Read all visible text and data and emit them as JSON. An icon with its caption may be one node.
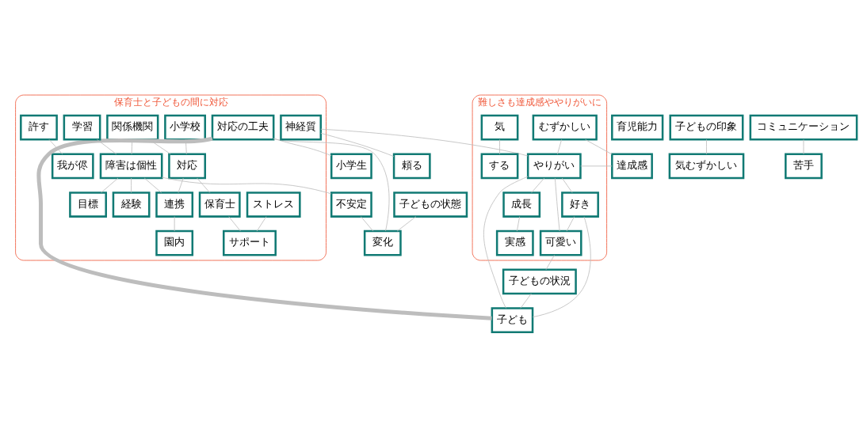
{
  "diagram": {
    "nodes": [
      {
        "text": [
          "保育士と子どもの間に対応"
        ]
      },
      {
        "text": [
          "小学校"
        ],
        "in": 0
      },
      {
        "text": [
          "育児能力"
        ]
      },
      {
        "text": [
          "許す"
        ],
        "in": 0
      },
      {
        "text": [
          "我が侭"
        ],
        "in": 0
      },
      {
        "text": [
          "関係機関"
        ],
        "in": 0
      },
      {
        "text": [
          "対応"
        ],
        "in": 0
      },
      {
        "text": [
          "ストレス"
        ],
        "in": 0
      },
      {
        "text": [
          "保育士"
        ],
        "in": 0
      },
      {
        "text": [
          "サポート"
        ],
        "in": 0
      },
      {
        "text": [
          "対応の工夫"
        ],
        "in": 0
      },
      {
        "text": [
          "学習"
        ],
        "in": 0
      },
      {
        "text": [
          "障害は個性"
        ],
        "in": 0
      },
      {
        "text": [
          "目標"
        ],
        "in": 0
      },
      {
        "text": [
          "経験"
        ],
        "in": 0
      },
      {
        "text": [
          "連携"
        ],
        "in": 0
      },
      {
        "text": [
          "神経質"
        ],
        "in": 0
      },
      {
        "text": [
          "園内"
        ],
        "in": 0
      },
      {
        "text": [
          "頼る"
        ]
      },
      {
        "text": [
          "小学生"
        ]
      },
      {
        "text": [
          "難しさも達成感ややりがいに"
        ]
      },
      {
        "text": [
          "むずかしい"
        ],
        "in": 20
      },
      {
        "text": [
          "達成感"
        ]
      },
      {
        "text": [
          "やりがい"
        ],
        "in": 20
      },
      {
        "text": [
          "好き"
        ],
        "in": 20
      },
      {
        "text": [
          "気"
        ],
        "in": 20
      },
      {
        "text": [
          "可愛い"
        ],
        "in": 20
      },
      {
        "text": [
          "する"
        ],
        "in": 20
      },
      {
        "text": [
          "成長"
        ],
        "in": 20
      },
      {
        "text": [
          "実感"
        ],
        "in": 20
      },
      {
        "text": [
          "子どもの状況"
        ]
      },
      {
        "text": [
          "子ども"
        ]
      },
      {
        "text": [
          "子どもの状態"
        ]
      },
      {
        "text": [
          "子どもの印象"
        ]
      },
      {
        "text": [
          "不安定"
        ]
      },
      {
        "text": [
          "変化"
        ]
      },
      {
        "text": [
          "気むずかしい"
        ]
      },
      {
        "text": [
          "コミュニケーション"
        ]
      },
      {
        "text": [
          "苦手"
        ]
      }
    ],
    "edges": [
      {
        "from": 1,
        "to": 6,
        "arrow": "none"
      },
      {
        "from": 5,
        "to": 6,
        "arrow": "none"
      },
      {
        "from": 3,
        "to": 4,
        "arrow": "none"
      },
      {
        "from": 6,
        "to": 8,
        "arrow": "none"
      },
      {
        "from": 5,
        "to": 12,
        "arrow": "none"
      },
      {
        "from": 6,
        "to": 15,
        "arrow": "none"
      },
      {
        "from": 7,
        "to": 9,
        "arrow": "none"
      },
      {
        "from": 8,
        "to": 9,
        "arrow": "none"
      },
      {
        "from": 10,
        "to": 31,
        "arrow": "none",
        "style": "thick"
      },
      {
        "from": 11,
        "to": 12,
        "arrow": "none"
      },
      {
        "from": 12,
        "to": 13,
        "arrow": "none"
      },
      {
        "from": 12,
        "to": 14,
        "arrow": "none"
      },
      {
        "from": 12,
        "to": 15,
        "arrow": "none"
      },
      {
        "from": 12,
        "to": 34,
        "arrow": "none"
      },
      {
        "from": 10,
        "to": 35,
        "arrow": "none"
      },
      {
        "from": 10,
        "to": 19,
        "arrow": "none"
      },
      {
        "from": 15,
        "to": 17,
        "arrow": "none"
      },
      {
        "from": 16,
        "to": 18,
        "arrow": "none"
      },
      {
        "from": 16,
        "to": 23,
        "arrow": "none"
      },
      {
        "from": 21,
        "to": 22,
        "arrow": "none"
      },
      {
        "from": 21,
        "to": 23,
        "arrow": "none"
      },
      {
        "from": 22,
        "to": 23,
        "arrow": "none"
      },
      {
        "from": 23,
        "to": 24,
        "arrow": "none"
      },
      {
        "from": 23,
        "to": 26,
        "arrow": "none"
      },
      {
        "from": 23,
        "to": 28,
        "arrow": "none"
      },
      {
        "from": 23,
        "to": 31,
        "arrow": "none"
      },
      {
        "from": 24,
        "to": 26,
        "arrow": "none"
      },
      {
        "from": 24,
        "to": 31,
        "arrow": "none"
      },
      {
        "from": 26,
        "to": 30,
        "arrow": "none"
      },
      {
        "from": 30,
        "to": 31,
        "arrow": "none"
      },
      {
        "from": 25,
        "to": 27,
        "arrow": "none"
      },
      {
        "from": 28,
        "to": 29,
        "arrow": "none"
      },
      {
        "from": 34,
        "to": 35,
        "arrow": "none"
      },
      {
        "from": 32,
        "to": 35,
        "arrow": "none"
      },
      {
        "from": 33,
        "to": 36,
        "arrow": "none"
      },
      {
        "from": 37,
        "to": 38,
        "arrow": "none"
      }
    ]
  }
}
